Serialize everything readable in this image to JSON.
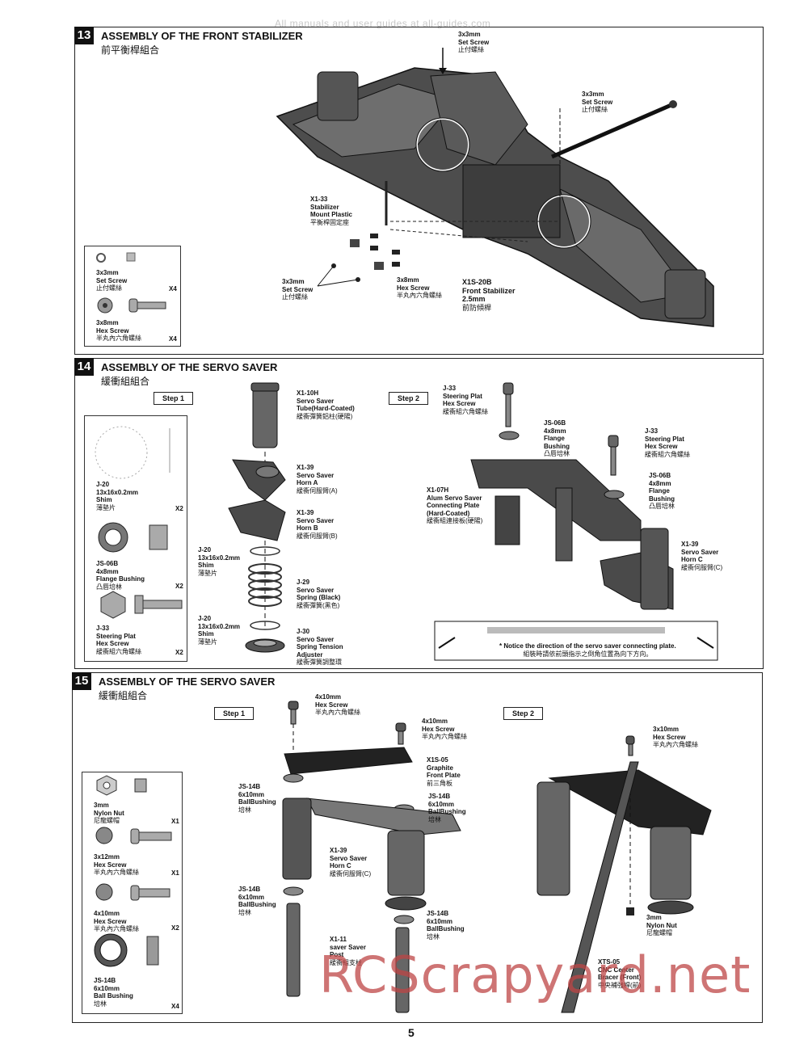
{
  "watermark_top": "All manuals and user guides at all-guides.com",
  "page_number": "5",
  "brand_watermark": "RCScrapyard.net",
  "s13": {
    "num": "13",
    "title": "ASSEMBLY OF THE FRONT STABILIZER",
    "subtitle": "前平衡桿組合",
    "labels": {
      "setscrew_top": [
        "3x3mm",
        "Set Screw",
        "止付螺絲"
      ],
      "setscrew_right": [
        "3x3mm",
        "Set Screw",
        "止付螺絲"
      ],
      "mount": [
        "X1-33",
        "Stabilizer",
        "Mount Plastic",
        "平衡桿固定座"
      ],
      "setscrew_left": [
        "3x3mm",
        "Set Screw",
        "止付螺絲"
      ],
      "hexscrew": [
        "3x8mm",
        "Hex Screw",
        "半丸內六角螺絲"
      ],
      "stabilizer": [
        "X1S-20B",
        "Front Stabilizer",
        "2.5mm",
        "前防傾桿"
      ]
    },
    "parts": [
      {
        "lines": [
          "3x3mm",
          "Set Screw",
          "止付螺絲"
        ],
        "qty": "X4"
      },
      {
        "lines": [
          "3x8mm",
          "Hex Screw",
          "半丸內六角螺絲"
        ],
        "qty": "X4"
      }
    ]
  },
  "s14": {
    "num": "14",
    "title": "ASSEMBLY OF THE SERVO SAVER",
    "subtitle": "緩衝組組合",
    "step1": "Step 1",
    "step2": "Step 2",
    "labels": {
      "tube": [
        "X1-10H",
        "Servo Saver",
        "Tube(Hard-Coated)",
        "緩衝彈簧鋁柱(硬陽)"
      ],
      "hornA": [
        "X1-39",
        "Servo Saver",
        "Horn A",
        "緩衝伺服臂(A)"
      ],
      "hornB": [
        "X1-39",
        "Servo Saver",
        "Horn B",
        "緩衝伺服臂(B)"
      ],
      "shim1": [
        "J-20",
        "13x16x0.2mm",
        "Shim",
        "薄墊片"
      ],
      "spring": [
        "J-29",
        "Servo Saver",
        "Spring (Black)",
        "緩衝彈簧(黑色)"
      ],
      "shim2": [
        "J-20",
        "13x16x0.2mm",
        "Shim",
        "薄墊片"
      ],
      "adjuster": [
        "J-30",
        "Servo Saver",
        "Spring Tension",
        "Adjuster",
        "緩衝彈簧調整環"
      ],
      "j33a": [
        "J-33",
        "Steering Plat",
        "Hex Screw",
        "緩衝組六角螺絲"
      ],
      "js06a": [
        "JS-06B",
        "4x8mm",
        "Flange",
        "Bushing",
        "凸唇培林"
      ],
      "plate": [
        "X1-07H",
        "Alum Servo Saver",
        "Connecting Plate",
        "(Hard-Coated)",
        "緩衝組連接板(硬陽)"
      ],
      "j33b": [
        "J-33",
        "Steering Plat",
        "Hex Screw",
        "緩衝組六角螺絲"
      ],
      "js06b": [
        "JS-06B",
        "4x8mm",
        "Flange",
        "Bushing",
        "凸唇培林"
      ],
      "hornC": [
        "X1-39",
        "Servo Saver",
        "Horn C",
        "緩衝伺服臂(C)"
      ]
    },
    "notice_en": "* Notice the direction of the servo saver connecting plate.",
    "notice_cn": "組裝時請依前頭指示之倒角位置為向下方向。",
    "parts": [
      {
        "lines": [
          "J-20",
          "13x16x0.2mm",
          "Shim",
          "薄墊片"
        ],
        "qty": "X2"
      },
      {
        "lines": [
          "JS-06B",
          "4x8mm",
          "Flange Bushing",
          "凸唇培林"
        ],
        "qty": "X2"
      },
      {
        "lines": [
          "J-33",
          "Steering Plat",
          "Hex Screw",
          "緩衝組六角螺絲"
        ],
        "qty": "X2"
      }
    ]
  },
  "s15": {
    "num": "15",
    "title": "ASSEMBLY OF THE SERVO SAVER",
    "subtitle": "緩衝組組合",
    "step1": "Step 1",
    "step2": "Step 2",
    "labels": {
      "hex_top": [
        "4x10mm",
        "Hex Screw",
        "半丸內六角螺絲"
      ],
      "hex_mid": [
        "4x10mm",
        "Hex Screw",
        "半丸內六角螺絲"
      ],
      "front_plate": [
        "X1S-05",
        "Graphite",
        "Front Plate",
        "前三角板"
      ],
      "js14_left": [
        "JS-14B",
        "6x10mm",
        "BallBushing",
        "培林"
      ],
      "js14_right": [
        "JS-14B",
        "6x10mm",
        "BallBushing",
        "培林"
      ],
      "hornC": [
        "X1-39",
        "Servo Saver",
        "Horn C",
        "緩衝伺服臂(C)"
      ],
      "js14_low": [
        "JS-14B",
        "6x10mm",
        "BallBushing",
        "培林"
      ],
      "js14_low2": [
        "JS-14B",
        "6x10mm",
        "BallBushing",
        "培林"
      ],
      "post": [
        "X1-11",
        "saver Saver",
        "Post",
        "緩衝組支柱"
      ],
      "hex_step2": [
        "3x10mm",
        "Hex Screw",
        "半丸內六角螺絲"
      ],
      "nut": [
        "3mm",
        "Nylon Nut",
        "尼龍螺帽"
      ],
      "brace": [
        "XTS-05",
        "CNC Center",
        "Bracer (Front)",
        "中央補強桿(前)"
      ]
    },
    "parts": [
      {
        "lines": [
          "3mm",
          "Nylon Nut",
          "尼龍螺帽"
        ],
        "qty": "X1"
      },
      {
        "lines": [
          "3x12mm",
          "Hex Screw",
          "半丸內六角螺絲"
        ],
        "qty": "X1"
      },
      {
        "lines": [
          "4x10mm",
          "Hex Screw",
          "半丸內六角螺絲"
        ],
        "qty": "X2"
      },
      {
        "lines": [
          "JS-14B",
          "6x10mm",
          "Ball Bushing",
          "培林"
        ],
        "qty": "X4"
      }
    ]
  }
}
